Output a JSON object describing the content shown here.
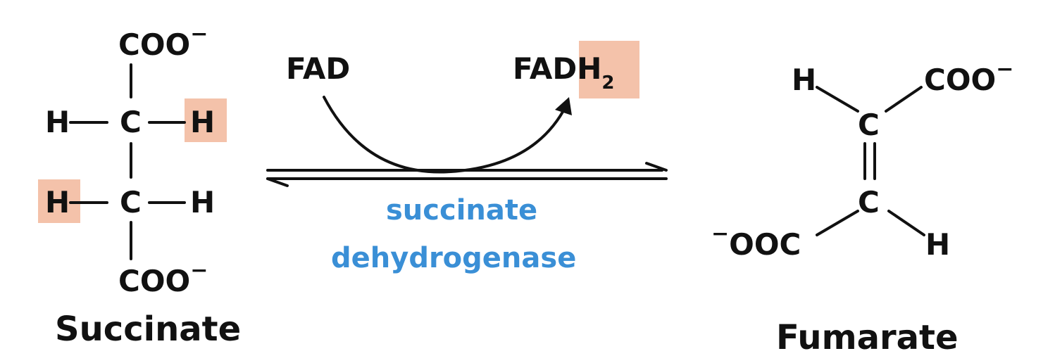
{
  "succinate": {
    "name": "Succinate",
    "top_group": "COO",
    "bottom_group": "COO",
    "charge": "−",
    "atoms": {
      "c1": "C",
      "c2": "C",
      "h_left_1": "H",
      "h_right_1": "H",
      "h_left_2": "H",
      "h_right_2": "H"
    }
  },
  "reaction": {
    "cofactor_in": "FAD",
    "cofactor_out": "FADH",
    "cofactor_out_subscript": "2",
    "enzyme_line1": "succinate",
    "enzyme_line2": "dehydrogenase",
    "enzyme_color": "#3a8fd6"
  },
  "fumarate": {
    "name": "Fumarate",
    "top_group": "COO",
    "bottom_group": "OOC",
    "charge": "−",
    "atoms": {
      "c1": "C",
      "c2": "C",
      "h_top": "H",
      "h_bottom": "H"
    }
  },
  "highlight_color": "#f4c2aa"
}
